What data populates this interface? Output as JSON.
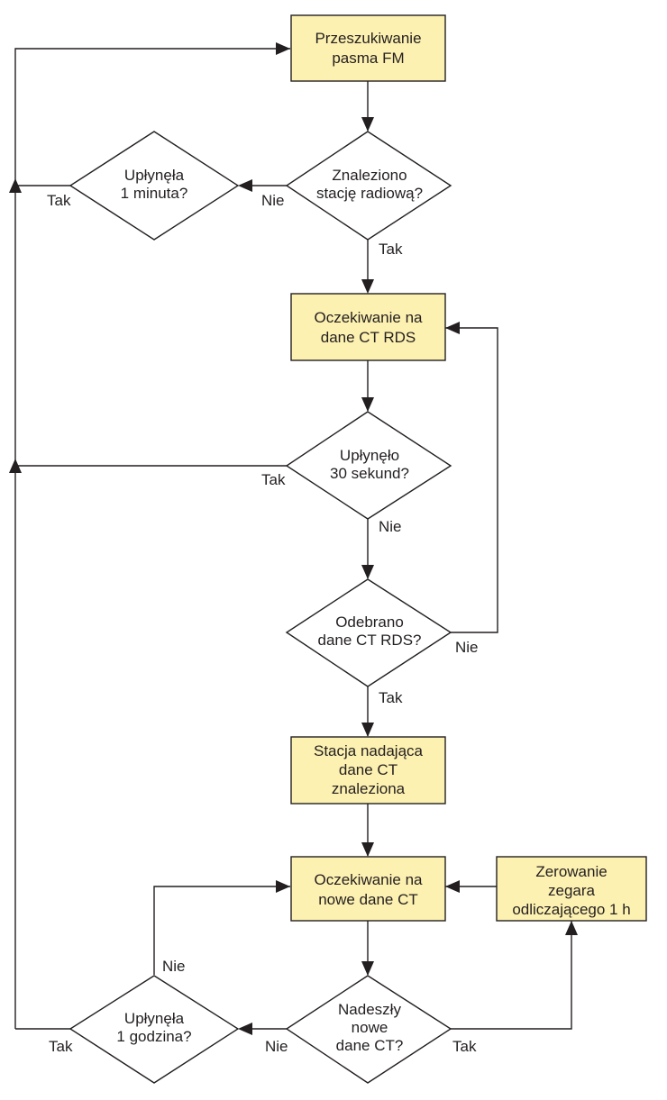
{
  "colors": {
    "process_fill": "#fdf1b1",
    "stroke": "#231f20",
    "decision_fill": "#ffffff"
  },
  "nodes": {
    "scan_fm": {
      "lines": [
        "Przeszukiwanie",
        "pasma FM"
      ]
    },
    "station_found": {
      "lines": [
        "Znaleziono",
        "stację radiową?"
      ]
    },
    "one_minute": {
      "lines": [
        "Upłynęła",
        "1 minuta?"
      ]
    },
    "wait_ct": {
      "lines": [
        "Oczekiwanie na",
        "dane CT RDS"
      ]
    },
    "thirty_seconds": {
      "lines": [
        "Upłynęło",
        "30 sekund?"
      ]
    },
    "ct_received": {
      "lines": [
        "Odebrano",
        "dane CT RDS?"
      ]
    },
    "ct_station": {
      "lines": [
        "Stacja nadająca",
        "dane CT",
        "znaleziona"
      ]
    },
    "wait_new_ct": {
      "lines": [
        "Oczekiwanie na",
        "nowe dane CT"
      ]
    },
    "reset_timer": {
      "lines": [
        "Zerowanie",
        "zegara",
        "odliczającego 1 h"
      ]
    },
    "new_ct": {
      "lines": [
        "Nadeszły",
        "nowe",
        "dane CT?"
      ]
    },
    "one_hour": {
      "lines": [
        "Upłynęła",
        "1 godzina?"
      ]
    }
  },
  "edge_labels": {
    "station_no": "Nie",
    "station_yes": "Tak",
    "minute_yes": "Tak",
    "thirty_yes": "Tak",
    "thirty_no": "Nie",
    "received_no": "Nie",
    "received_yes": "Tak",
    "hour_no": "Nie",
    "hour_yes": "Tak",
    "newct_no": "Nie",
    "newct_yes": "Tak"
  }
}
